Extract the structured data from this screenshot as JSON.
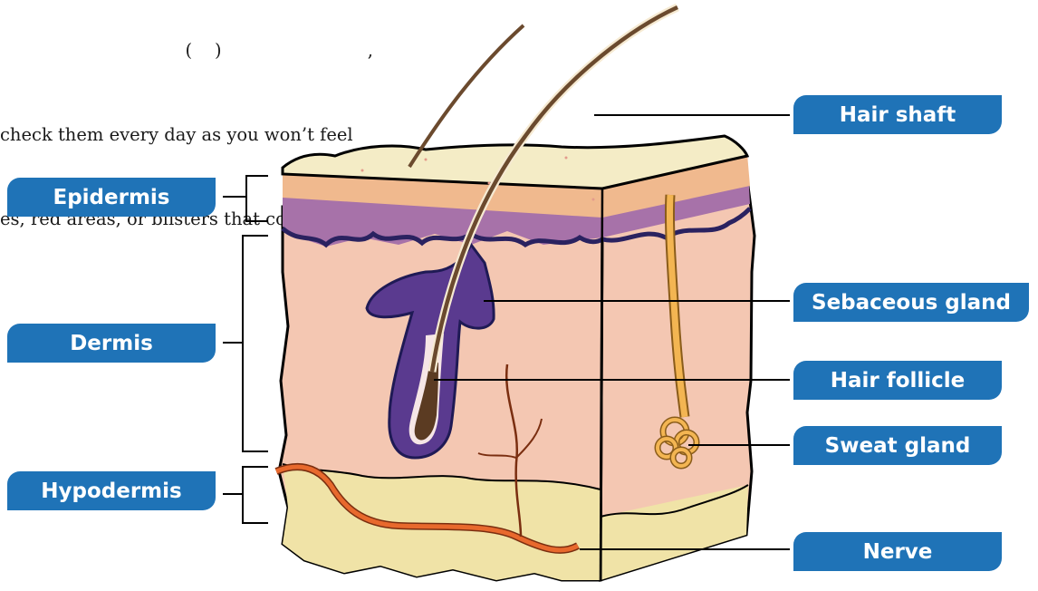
{
  "text_snippet": {
    "line1": "                                 (    )                          ,",
    "line2": "check them every day as you won’t feel",
    "line3": "es, red areas, or blisters that could be"
  },
  "labels": {
    "epidermis": "Epidermis",
    "dermis": "Dermis",
    "hypodermis": "Hypodermis",
    "hair_shaft": "Hair shaft",
    "sebaceous_gland": "Sebaceous gland",
    "hair_follicle": "Hair follicle",
    "sweat_gland": "Sweat gland",
    "nerve": "Nerve"
  },
  "colors": {
    "label_bg": "#1f73b7",
    "surface": "#f4ecc6",
    "epidermis_top": "#f0b98e",
    "epidermis_purple": "#a772a9",
    "dermis": "#f4c7b2",
    "hypodermis": "#f0e3a7",
    "nerve": "#e8692d",
    "sweat_gland": "#f3b552",
    "hair": "#6b4a2e"
  }
}
